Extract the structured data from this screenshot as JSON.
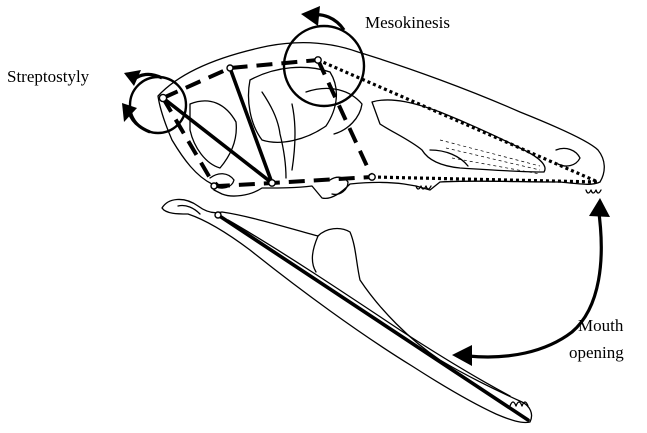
{
  "labels": {
    "mesokinesis": "Mesokinesis",
    "streptostyly": "Streptostyly",
    "mouth_opening_line1": "Mouth",
    "mouth_opening_line2": "opening"
  }
}
